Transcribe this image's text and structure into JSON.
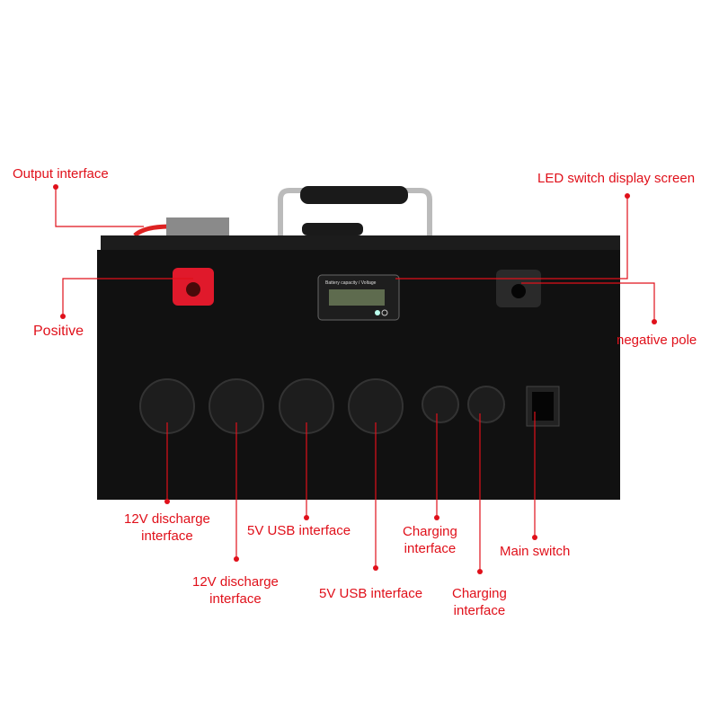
{
  "labels": {
    "output": "Output interface",
    "led": "LED switch display screen",
    "positive": "Positive",
    "negative": "negative pole",
    "d12a_1": "12V discharge",
    "d12a_2": "interface",
    "d12b_1": "12V discharge",
    "d12b_2": "interface",
    "usba": "5V USB interface",
    "usbb": "5V USB interface",
    "cha_1": "Charging",
    "cha_2": "interface",
    "chb_1": "Charging",
    "chb_2": "interface",
    "main": "Main switch"
  },
  "screen_text": "Battery capacity / Voltage",
  "colors": {
    "annotation": "#e0101a",
    "case": "#111111",
    "positive_terminal": "#e0192b"
  }
}
